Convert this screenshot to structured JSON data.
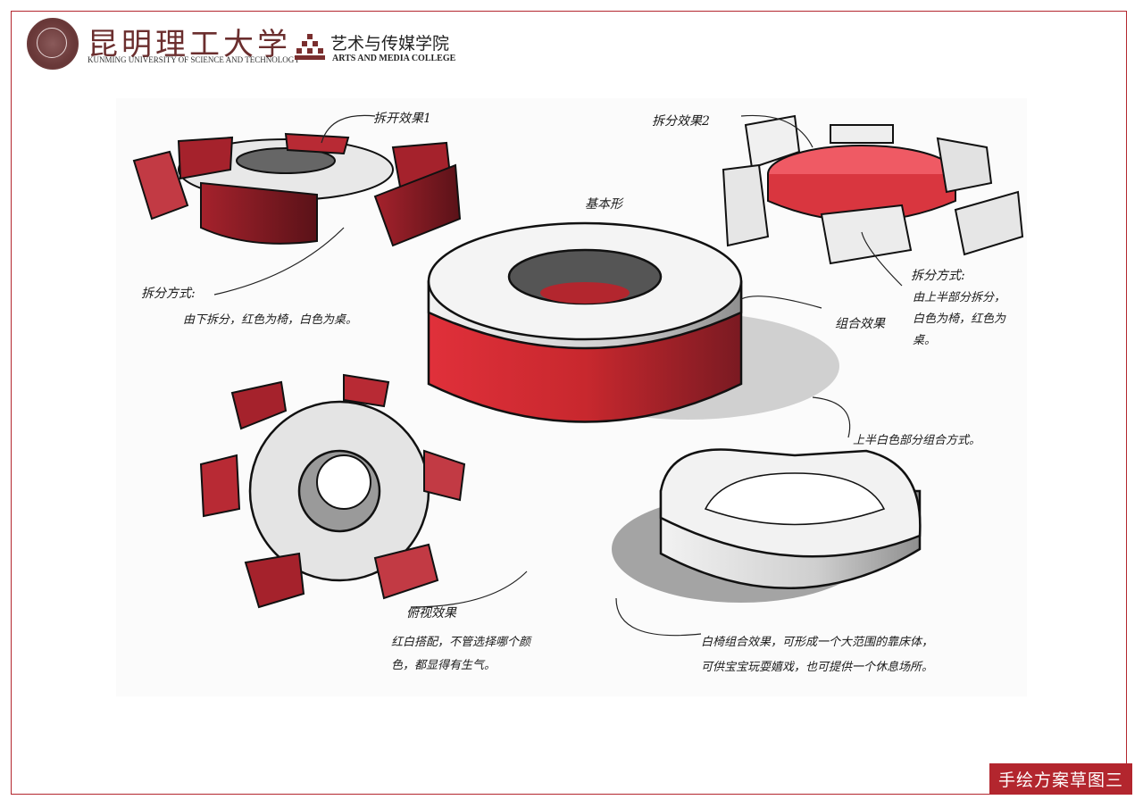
{
  "header": {
    "seal_text": "",
    "university_name": "昆明理工大学",
    "university_en": "KUNMING UNIVERSITY OF SCIENCE AND TECHNOLOGY",
    "college_name": "艺术与传媒学院",
    "college_en": "ARTS AND MEDIA COLLEGE"
  },
  "annotations": {
    "split_effect_1": "拆开效果1",
    "split_effect_2": "拆分效果2",
    "basic_form": "基本形",
    "split_method_left": "拆分方式:",
    "split_method_left_desc": "由下拆分，红色为椅，白色为桌。",
    "split_method_right": "拆分方式:",
    "split_method_right_line1": "由上半部分拆分，",
    "split_method_right_line2": "白色为椅，红色为",
    "split_method_right_line3": "桌。",
    "combined_effect": "组合效果",
    "top_white_combo": "上半白色部分组合方式。",
    "top_view": "俯视效果",
    "top_view_desc_line1": "红白搭配，不管选择哪个颜",
    "top_view_desc_line2": "色，都显得有生气。",
    "chair_combo_line1": "白椅组合效果，可形成一个大范围的靠床体，",
    "chair_combo_line2": "可供宝宝玩耍嬉戏，也可提供一个休息场所。"
  },
  "caption": "手绘方案草图三",
  "colors": {
    "accent": "#b3262e",
    "seal": "#6b3a3a",
    "red_marker": "#c8282e",
    "dark_red": "#7a1a22"
  }
}
